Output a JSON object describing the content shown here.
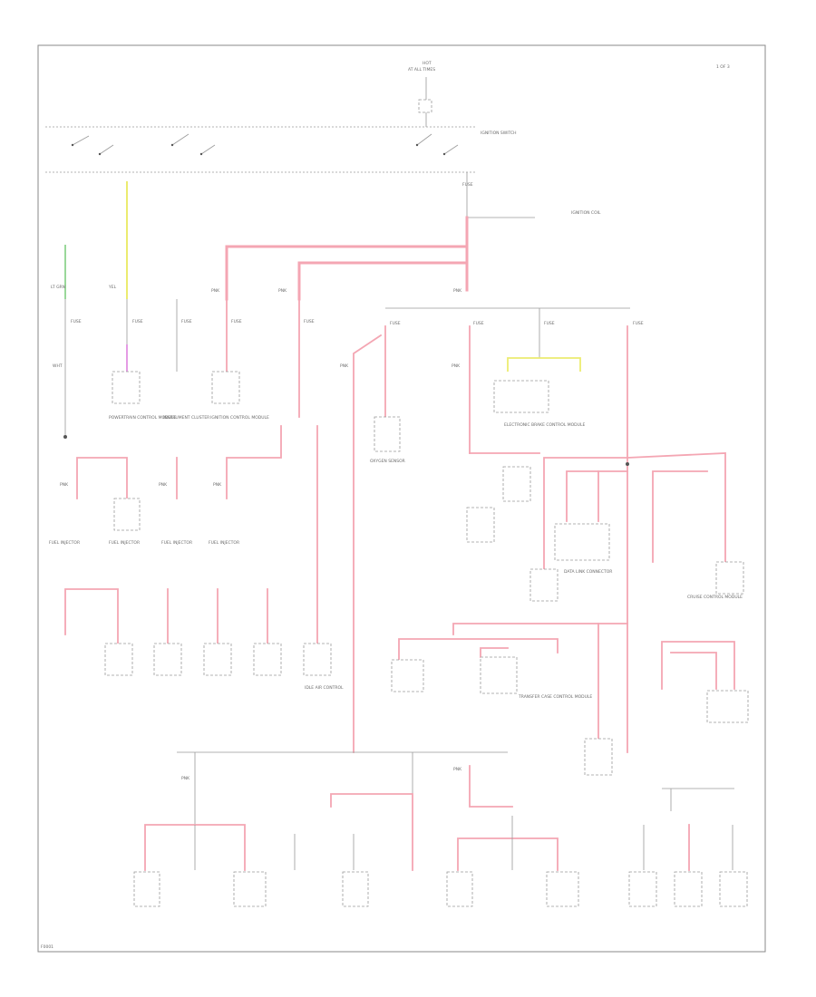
{
  "diagram": {
    "top_label_1": "HOT",
    "top_label_2": "AT ALL TIMES",
    "corner_ref": "1 OF 3",
    "switch_label": "IGNITION SWITCH",
    "fuse_labels": [
      "FUSE",
      "FUSE",
      "FUSE",
      "FUSE",
      "FUSE",
      "FUSE",
      "FUSE",
      "FUSE",
      "FUSE",
      "FUSE"
    ],
    "wire_codes": [
      "PNK",
      "PNK",
      "PNK",
      "PNK",
      "PNK",
      "PNK",
      "PNK",
      "PNK",
      "PNK",
      "PNK",
      "WHT",
      "YEL",
      "LT GRN"
    ],
    "component_labels": [
      "POWERTRAIN CONTROL MODULE",
      "INSTRUMENT CLUSTER",
      "IGNITION CONTROL MODULE",
      "ELECTRONIC BRAKE CONTROL MODULE",
      "TRANSFER CASE CONTROL MODULE",
      "FUEL INJECTOR",
      "FUEL INJECTOR",
      "FUEL INJECTOR",
      "FUEL INJECTOR",
      "IDLE AIR CONTROL",
      "OXYGEN SENSOR",
      "DATA LINK CONNECTOR",
      "CRUISE CONTROL MODULE",
      "IGNITION COIL"
    ],
    "footer_ref": "F0001"
  }
}
